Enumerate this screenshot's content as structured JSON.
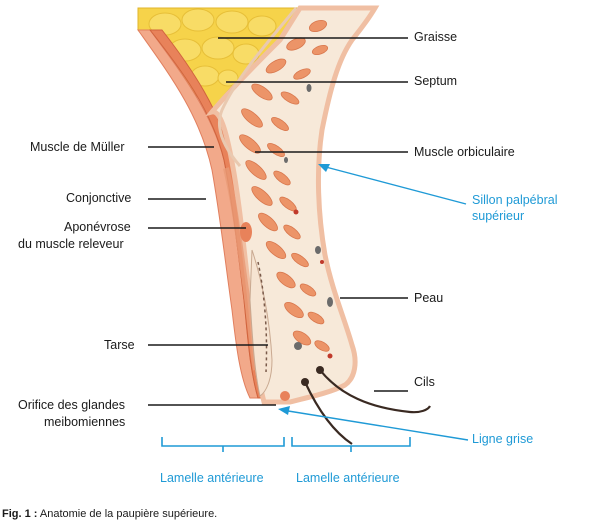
{
  "labels": {
    "graisse": "Graisse",
    "septum": "Septum",
    "muscle_muller": "Muscle de Müller",
    "muscle_orbiculaire": "Muscle orbiculaire",
    "conjonctive": "Conjonctive",
    "sillon_line1": "Sillon palpébral",
    "sillon_line2": "supérieur",
    "aponevrose_line1": "Aponévrose",
    "aponevrose_line2": "du muscle releveur",
    "peau": "Peau",
    "tarse": "Tarse",
    "cils": "Cils",
    "orifice_line1": "Orifice des glandes",
    "orifice_line2": "meibomiennes",
    "ligne_grise": "Ligne grise",
    "lamelle_left": "Lamelle antérieure",
    "lamelle_right": "Lamelle antérieure"
  },
  "caption": {
    "prefix": "Fig. 1 :",
    "text": " Anatomie de la paupière supérieure."
  },
  "colors": {
    "accent_blue": "#1f9ad6",
    "fat_yellow": "#f6d34a",
    "muscle_orange": "#e8825a",
    "skin_pink": "#f4bfa3",
    "tissue_cream": "#f7e9d9"
  }
}
